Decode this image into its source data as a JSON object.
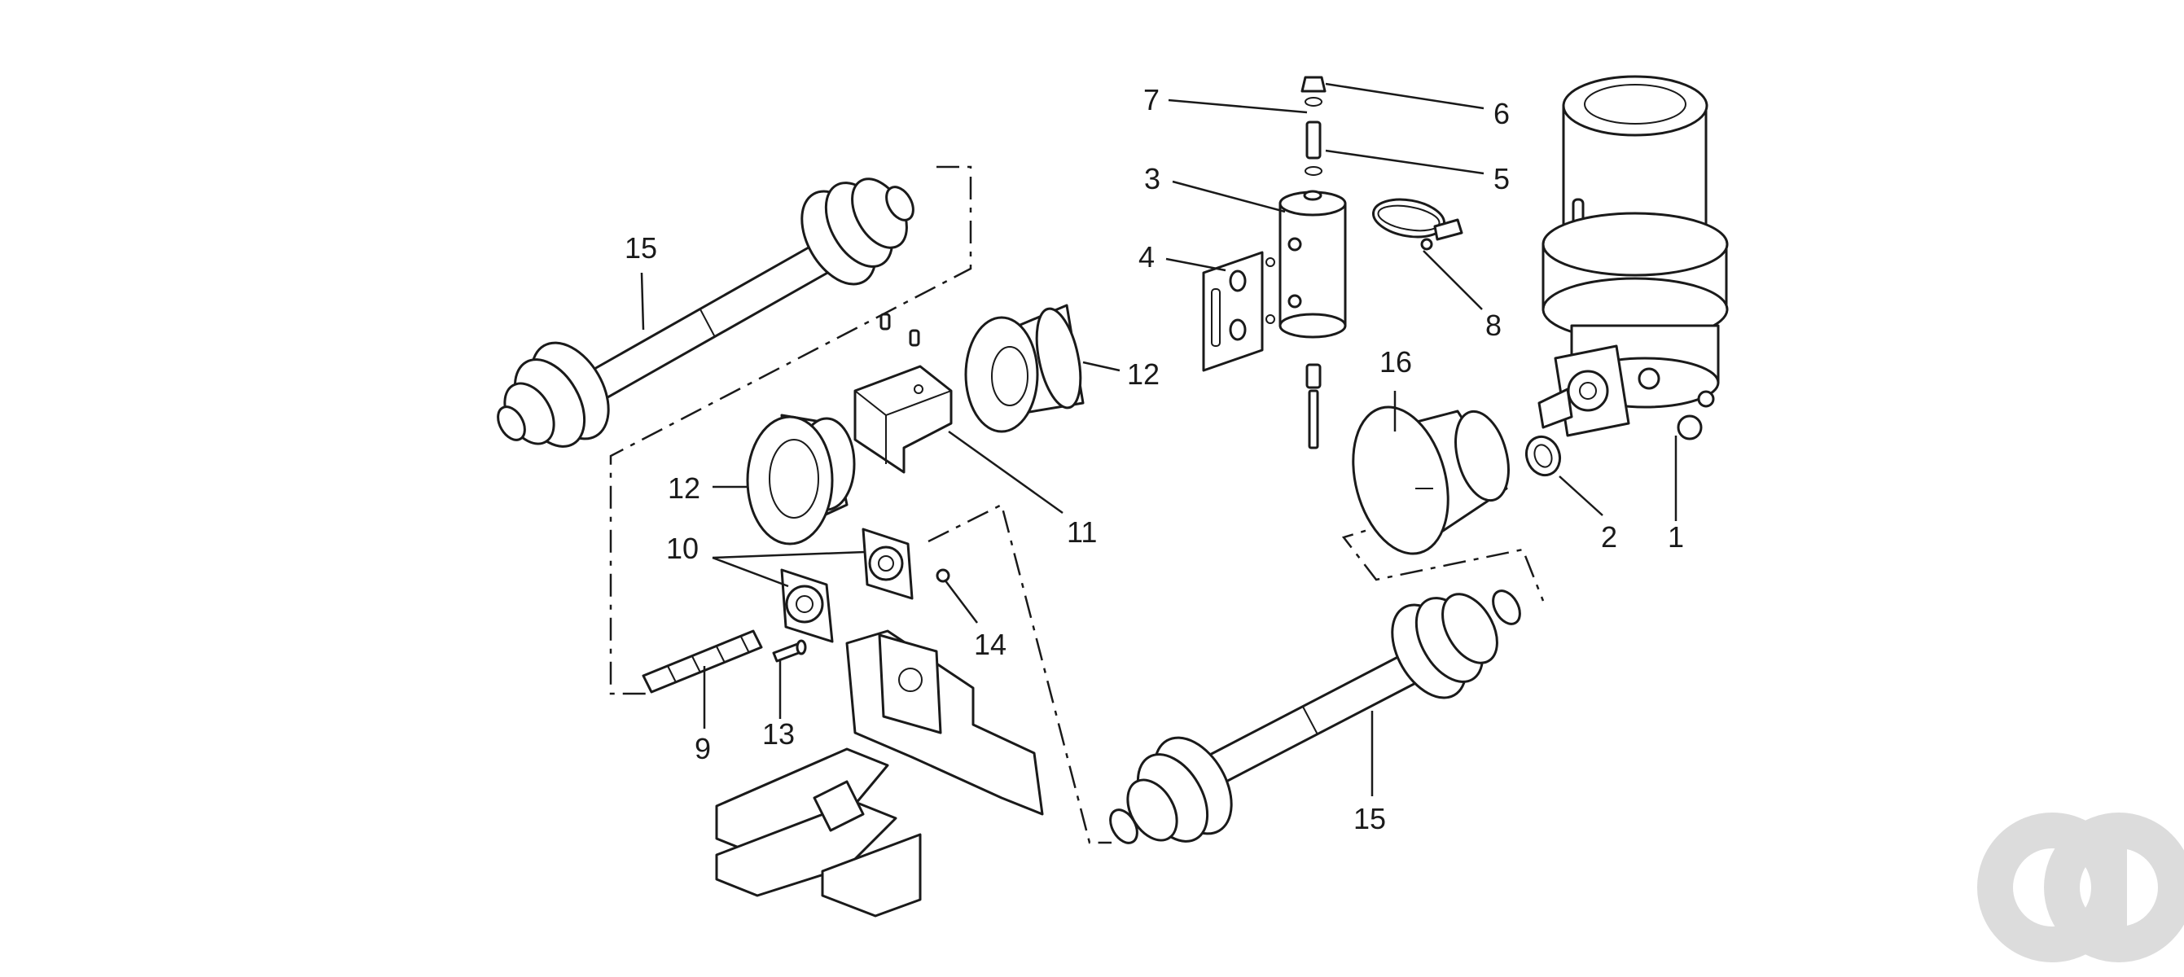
{
  "labels": {
    "n1": "1",
    "n2": "2",
    "n3": "3",
    "n4": "4",
    "n5": "5",
    "n6": "6",
    "n7": "7",
    "n8": "8",
    "n9": "9",
    "n10": "10",
    "n11": "11",
    "n12a": "12",
    "n12b": "12",
    "n13": "13",
    "n14": "14",
    "n15a": "15",
    "n15b": "15",
    "n16": "16"
  },
  "colors": {
    "line": "#1a1a1a",
    "watermark": "#dcdcdc",
    "background": "#ffffff"
  }
}
